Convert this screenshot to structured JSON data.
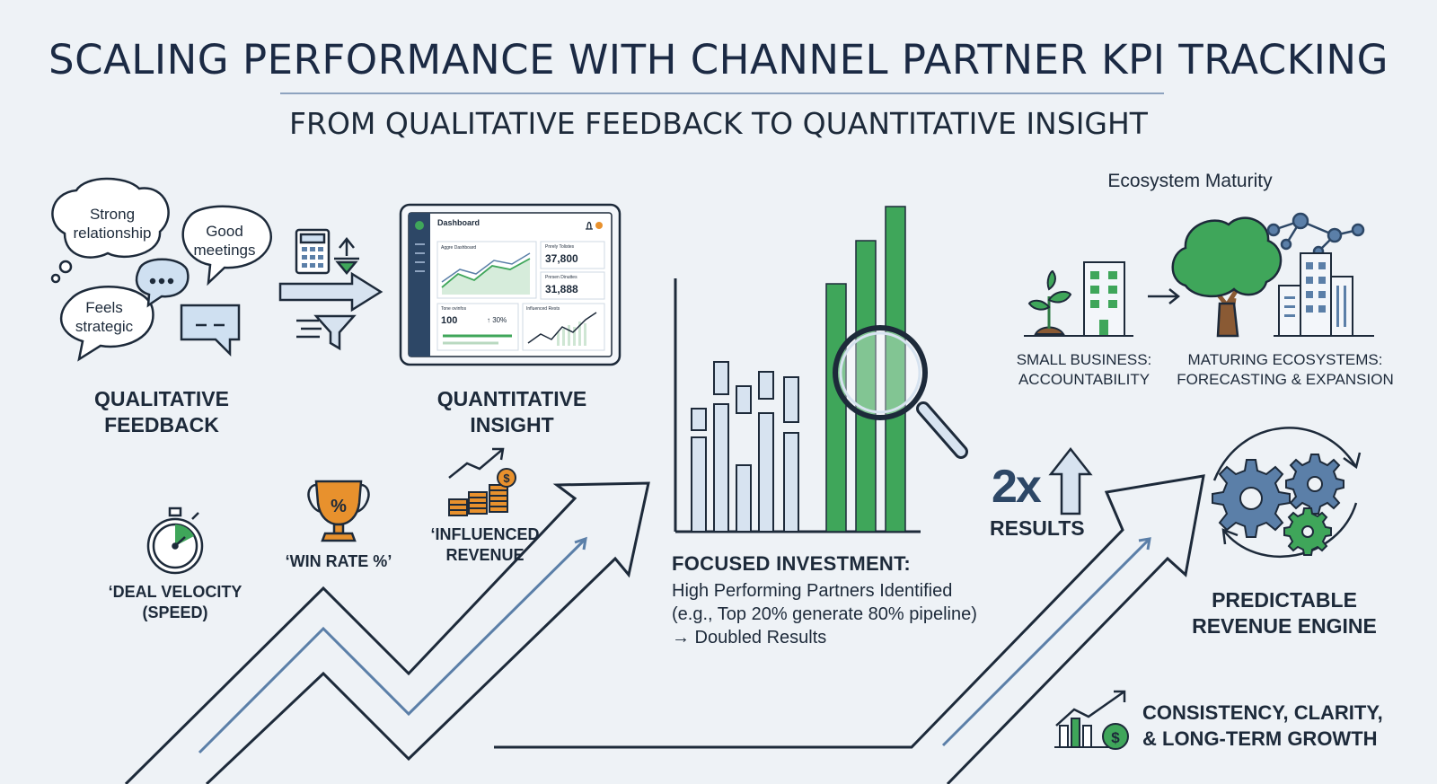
{
  "header": {
    "title": "SCALING PERFORMANCE WITH CHANNEL PARTNER KPI TRACKING",
    "subtitle": "FROM QUALITATIVE FEEDBACK TO QUANTITATIVE INSIGHT"
  },
  "qualitative": {
    "bubbles": [
      "Strong relationship",
      "Good meetings",
      "Feels strategic"
    ],
    "bubble_lines": {
      "strong": [
        "Strong",
        "relationship"
      ],
      "good": [
        "Good",
        "meetings"
      ],
      "feels": [
        "Feels",
        "strategic"
      ]
    },
    "caption_lines": [
      "QUALITATIVE",
      "FEEDBACK"
    ]
  },
  "quantitative": {
    "caption_lines": [
      "QUANTITATIVE",
      "INSIGHT"
    ],
    "dashboard": {
      "title": "Dashboard",
      "panel1_label": "Aggre Dashboard",
      "stat1_label": "Pnrely Tolistes",
      "stat1_value": "37,800",
      "stat2_label": "Pnrsen Dinuttes",
      "stat2_value": "31,888",
      "stat3_label": "Tone ovinfos",
      "stat3_value": "100",
      "stat3_change": "↑ 30%",
      "panel4_label": "Influenced Rests"
    }
  },
  "kpis": {
    "deal_velocity": [
      "‘DEAL VELOCITY",
      "(SPEED)"
    ],
    "win_rate": "‘WIN RATE %’",
    "influenced_revenue": [
      "‘INFLUENCED",
      "REVENUE"
    ]
  },
  "investment": {
    "heading": "FOCUSED INVESTMENT:",
    "lines": [
      "High Performing Partners Identified",
      "(e.g., Top 20% generate 80% pipeline)",
      "→ Doubled Results"
    ]
  },
  "results": {
    "multiplier": "2x",
    "label": "RESULTS"
  },
  "ecosystem": {
    "title": "Ecosystem Maturity",
    "small_business": [
      "SMALL BUSINESS:",
      "ACCOUNTABILITY"
    ],
    "maturing": [
      "MATURING ECOSYSTEMS:",
      "FORECASTING & EXPANSION"
    ]
  },
  "engine": {
    "label": [
      "PREDICTABLE",
      "REVENUE ENGINE"
    ]
  },
  "footer": {
    "lines": [
      "CONSISTENCY, CLARITY,",
      "& LONG-TERM GROWTH"
    ]
  },
  "colors": {
    "navy": "#1d2a3a",
    "green": "#3fa65a",
    "light_blue": "#d7e3f0",
    "steel": "#5b7fa8",
    "orange": "#e8912d"
  }
}
